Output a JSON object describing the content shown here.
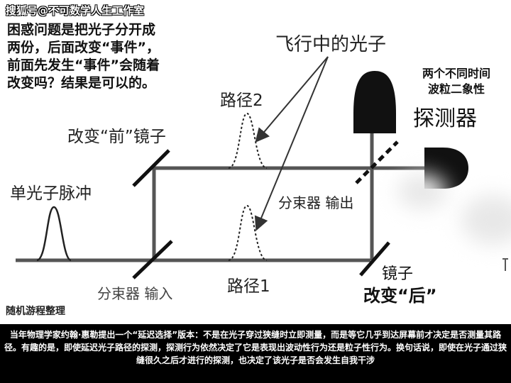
{
  "watermark": "搜狐号@不可数学人生工作室",
  "headline": {
    "line1": "困惑问题是把光子分开成",
    "line2": "两份，后面改变“事件”，",
    "line3": "前面先发生“事件”会随着",
    "line4": "改变吗？结果是可以的。"
  },
  "labels": {
    "flying_photon": "飞行中的光子",
    "path2": "路径2",
    "path1": "路径1",
    "front_mirror": "改变“前”镜子",
    "single_pulse": "单光子脉冲",
    "beam_splitter_out": "分束器 输出",
    "beam_splitter_in": "分束器 输入",
    "mirror": "镜子",
    "change_after": "改变“后”",
    "detector_subtitle_1": "两个不同时间",
    "detector_subtitle_2": "波粒二象性",
    "detector_title": "探测器"
  },
  "credit": "随机游程整理",
  "caption": "当年物理学家约翰·惠勒提出一个“延迟选择”版本：不是在光子穿过狭缝时立即测量，而是等它几乎到达屏幕前才决定是否测量其路径。有趣的是，即使延迟光子路径的探测，探测行为依然决定了它是表现出波动性行为还是粒子性行为。换句话说，即使在光子通过狭缝很久之后才进行的探测，也决定了该光子是否会发生自我干涉"
}
